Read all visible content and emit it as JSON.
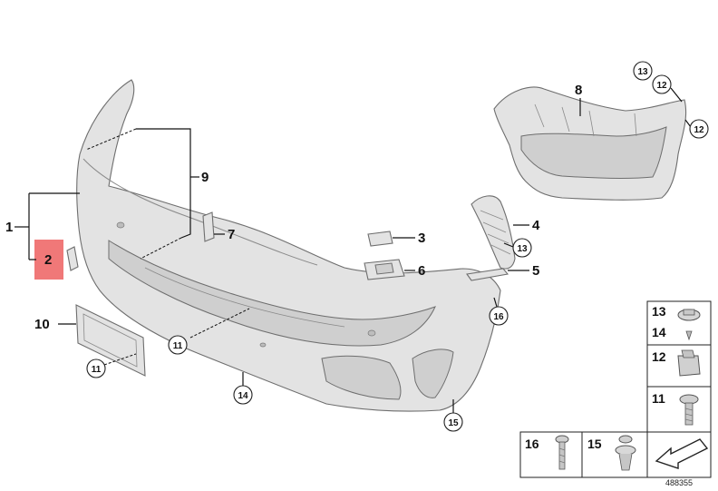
{
  "callouts": {
    "c1": "1",
    "c2": "2",
    "c3": "3",
    "c4": "4",
    "c5": "5",
    "c6": "6",
    "c7": "7",
    "c8": "8",
    "c9": "9",
    "c10": "10",
    "c11a": "11",
    "c11b": "11",
    "c12a": "12",
    "c12b": "12",
    "c13a": "13",
    "c13b": "13",
    "c14": "14",
    "c15": "15",
    "c16": "16"
  },
  "legend": {
    "r13": "13",
    "r14": "14",
    "r12": "12",
    "r11": "11",
    "r16": "16",
    "r15": "15"
  },
  "highlight_color": "#f07878",
  "reference_number": "488355"
}
